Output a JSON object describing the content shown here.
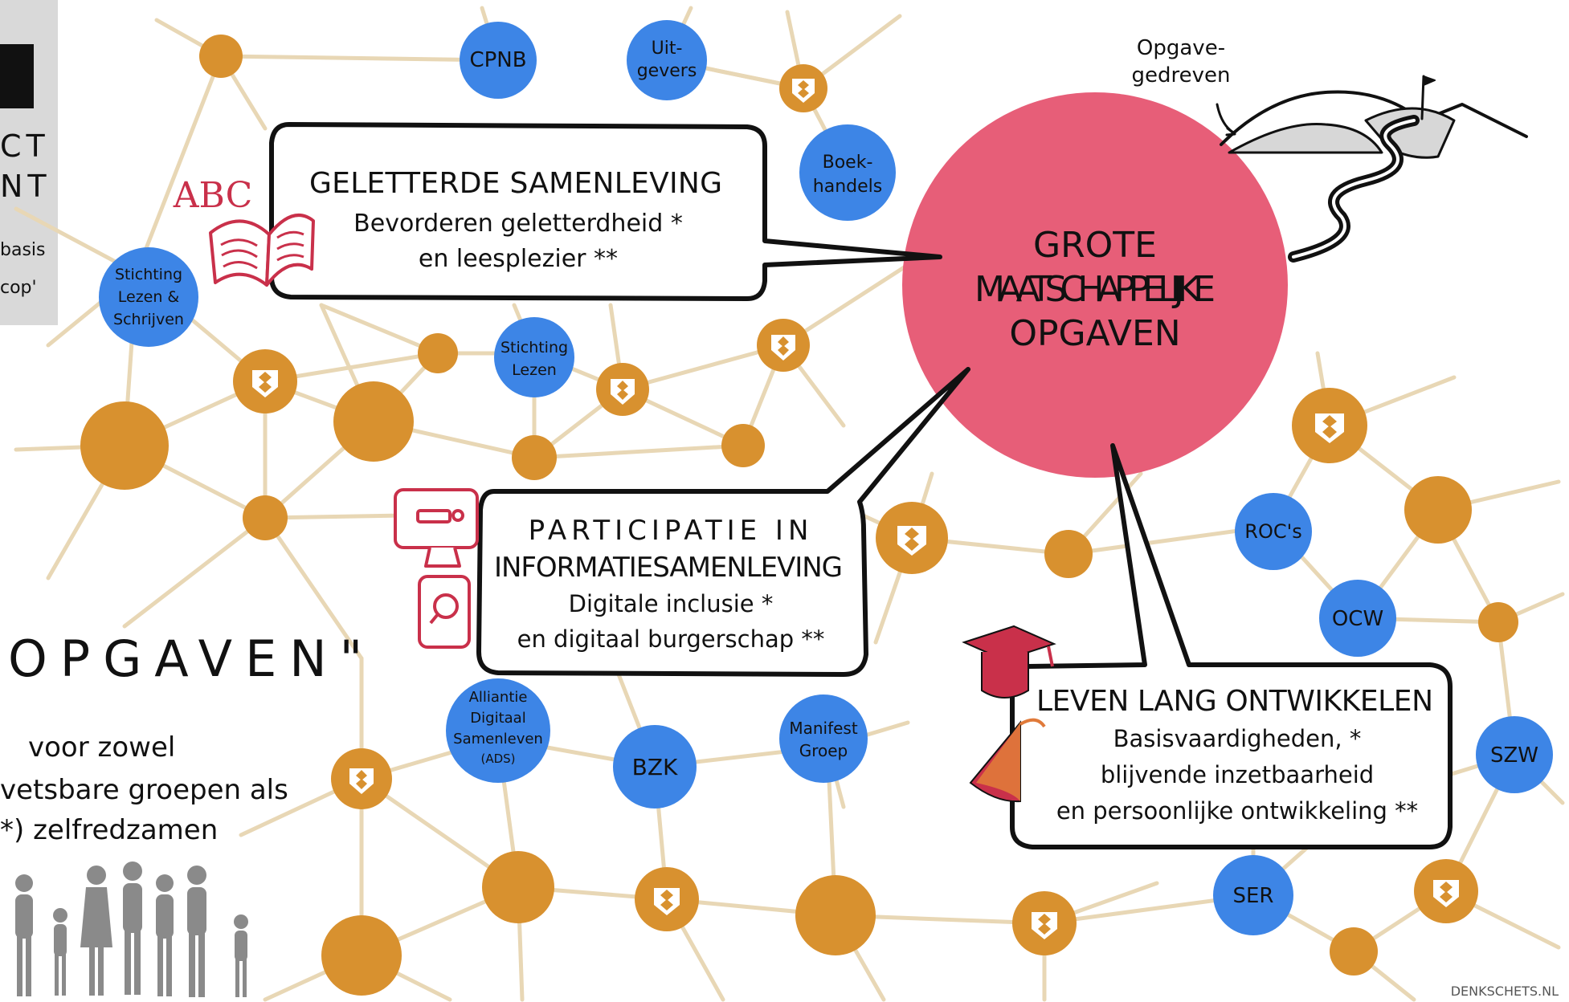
{
  "colors": {
    "orange": "#D8912F",
    "blue": "#3D85E6",
    "pink": "#E75E78",
    "edge": "#E8D7B5",
    "ink": "#111111",
    "red_icon": "#C9304A",
    "panel": "#D9D9D9"
  },
  "left_panel": {
    "line1": "CT",
    "line2": "NT",
    "line3": "basis",
    "line4": "cop'"
  },
  "center": {
    "line1": "GROTE",
    "line2": "MAATSCHAPPELIJKE",
    "line3": "OPGAVEN"
  },
  "mountain_label": {
    "line1": "Opgave-",
    "line2": "gedreven"
  },
  "bubbles": {
    "geletterde": {
      "title": "GELETTERDE SAMENLEVING",
      "line1": "Bevorderen geletterdheid *",
      "line2": "en leesplezier **"
    },
    "participatie": {
      "title1": "PARTICIPATIE IN",
      "title2": "INFORMATIESAMENLEVING",
      "line1": "Digitale inclusie *",
      "line2": "en digitaal burgerschap **"
    },
    "leven": {
      "title": "LEVEN LANG ONTWIKKELEN",
      "line1": "Basisvaardigheden, *",
      "line2": "blijvende inzetbaarheid",
      "line3": "en persoonlijke ontwikkeling **"
    }
  },
  "abc_label": "ABC",
  "opgaven_heading": "OPGAVEN\"",
  "opgaven_text": {
    "line1": "voor zowel",
    "line2": "vetsbare groepen als",
    "line3": "*) zelfredzamen"
  },
  "credit": "DENKSCHETS.NL",
  "organizations": {
    "cpnb": "CPNB",
    "uitgevers1": "Uit-",
    "uitgevers2": "gevers",
    "boekhandels1": "Boek-",
    "boekhandels2": "handels",
    "stichting_ls1": "Stichting",
    "stichting_ls2": "Lezen &",
    "stichting_ls3": "Schrijven",
    "stichting_l1": "Stichting",
    "stichting_l2": "Lezen",
    "rocs": "ROC's",
    "ocw": "OCW",
    "szw": "SZW",
    "ser": "SER",
    "bzk": "BZK",
    "ads1": "Alliantie",
    "ads2": "Digitaal",
    "ads3": "Samenleven",
    "ads4": "(ADS)",
    "manifest1": "Manifest",
    "manifest2": "Groep"
  }
}
